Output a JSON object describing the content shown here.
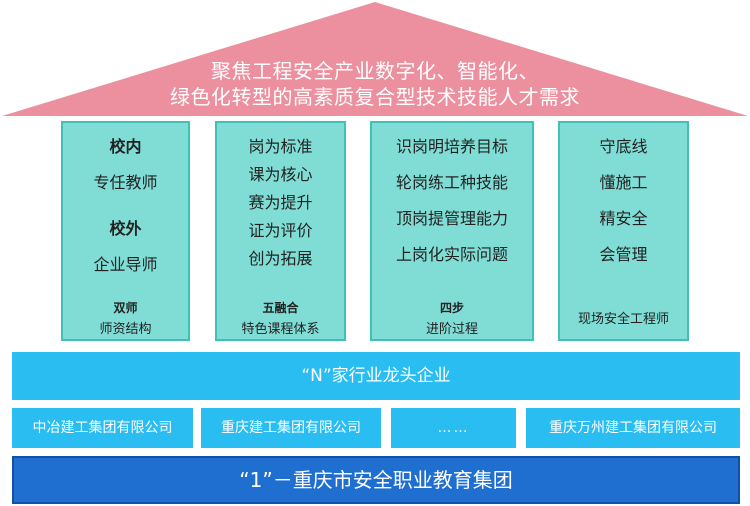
{
  "roof": {
    "line1": "聚焦工程安全产业数字化、智能化、",
    "line2": "绿色化转型的高素质复合型技术技能人才需求",
    "color": "#ec8f9e"
  },
  "pillars": [
    {
      "lines": [
        "校内",
        "专任教师",
        "校外",
        "企业导师"
      ],
      "title": "双师",
      "subtitle": "师资结构"
    },
    {
      "lines": [
        "岗为标准",
        "课为核心",
        "赛为提升",
        "证为评价",
        "创为拓展"
      ],
      "title": "五融合",
      "subtitle": "特色课程体系"
    },
    {
      "lines": [
        "识岗明培养目标",
        "轮岗练工种技能",
        "顶岗提管理能力",
        "上岗化实际问题"
      ],
      "title": "四步",
      "subtitle": "进阶过程"
    },
    {
      "lines": [
        "守底线",
        "懂施工",
        "精安全",
        "会管理"
      ],
      "title": "",
      "subtitle": "现场安全工程师"
    }
  ],
  "industry_band": "“N”家行业龙头企业",
  "companies": [
    "中冶建工集团有限公司",
    "重庆建工集团有限公司",
    "……",
    "重庆万州建工集团有限公司"
  ],
  "base": "“1”－重庆市安全职业教育集团",
  "colors": {
    "pillar": "#7fddd6",
    "band": "#29bdf2",
    "base": "#1e6fd0"
  }
}
